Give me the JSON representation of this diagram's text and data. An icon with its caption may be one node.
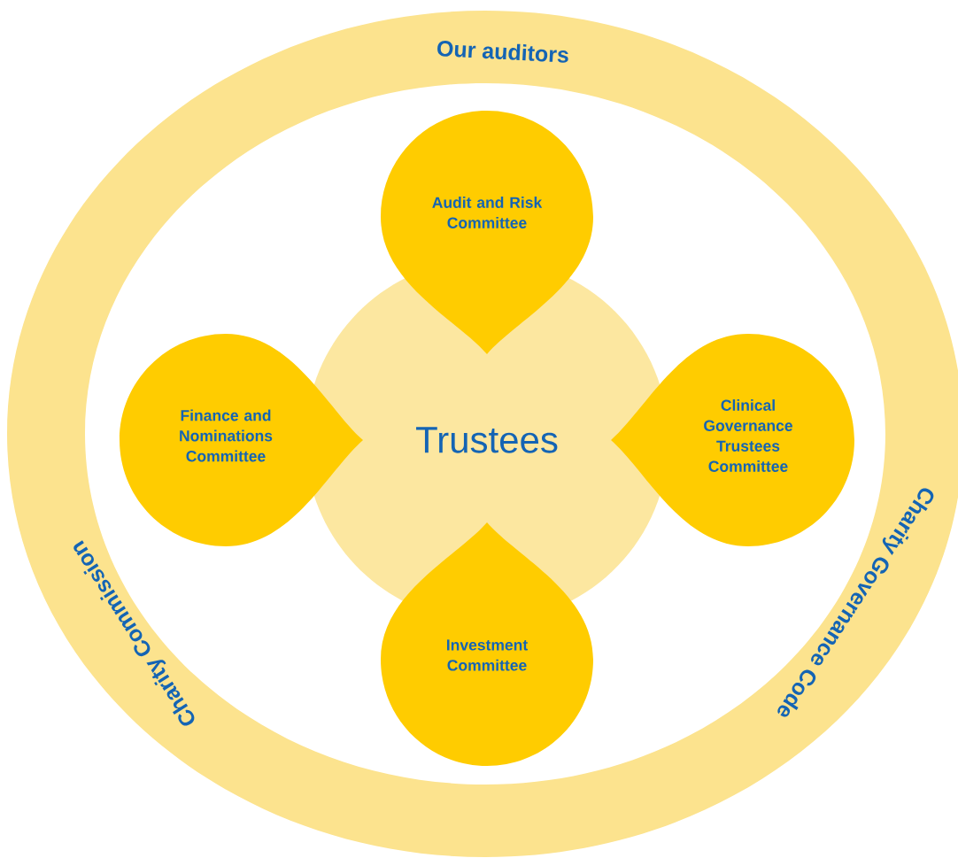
{
  "diagram": {
    "nodes": [
      {
        "text": [
          "Our auditors",
          "Charity Commission",
          "Charity Governance Code"
        ]
      },
      {
        "text": [
          "Trustees"
        ],
        "in": 0
      },
      {
        "text": [
          "Audit and Risk Committee"
        ],
        "in": 0
      },
      {
        "text": [
          "Finance and Nominations Committee"
        ],
        "in": 0
      },
      {
        "text": [
          "Clinical Governance Trustees Committee"
        ],
        "in": 0
      },
      {
        "text": [
          "Investment Committee"
        ],
        "in": 0
      }
    ]
  }
}
